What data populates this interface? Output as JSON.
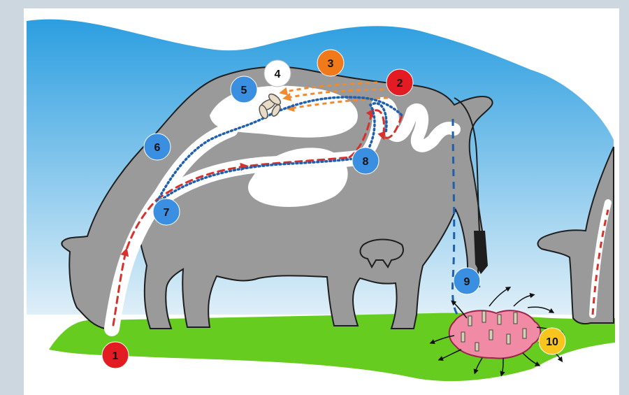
{
  "diagram": {
    "colors": {
      "frame": "#cdd7df",
      "canvas": "#ffffff",
      "sky_top": "#2c9ee0",
      "sky_bottom": "#dfeff8",
      "grass": "#66cc1f",
      "cow": "#9a9a9a",
      "cow_outline": "#1e1e1e",
      "tract": "#ffffff",
      "ingested_path": "#d6312b",
      "larva_path": "#1f5fad",
      "parasite": "#f08a2c",
      "dung": "#f08aa5",
      "red": "#e31c23",
      "orange": "#f07a1a",
      "blue": "#3a8fe0",
      "white": "#ffffff",
      "yellow": "#f7c51e"
    },
    "steps": [
      {
        "label": "1",
        "color": "red"
      },
      {
        "label": "2",
        "color": "red"
      },
      {
        "label": "3",
        "color": "orange"
      },
      {
        "label": "4",
        "color": "white"
      },
      {
        "label": "5",
        "color": "blue"
      },
      {
        "label": "6",
        "color": "blue"
      },
      {
        "label": "7",
        "color": "blue"
      },
      {
        "label": "8",
        "color": "blue"
      },
      {
        "label": "9",
        "color": "blue"
      },
      {
        "label": "10",
        "color": "yellow"
      }
    ]
  }
}
